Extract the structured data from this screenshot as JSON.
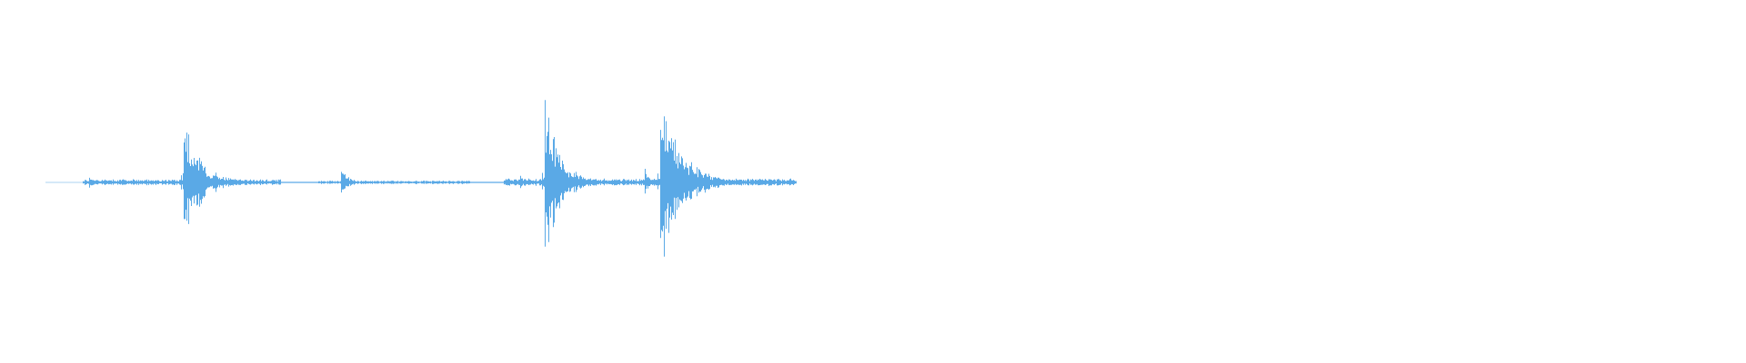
{
  "waveform": {
    "color": "#5aa9e6",
    "duration_fraction_filled": 0.45,
    "events": [
      {
        "name": "transient-1",
        "time": 0.167,
        "peak": 0.64,
        "decay": 0.06
      },
      {
        "name": "transient-2",
        "time": 0.358,
        "peak": 0.12,
        "decay": 0.03
      },
      {
        "name": "transient-3",
        "time": 0.605,
        "peak": 0.9,
        "decay": 0.05
      },
      {
        "name": "transient-4",
        "time": 0.745,
        "peak": 1.0,
        "decay": 0.07
      }
    ],
    "noise_segments": [
      {
        "start": 0.045,
        "end": 0.285,
        "level": 0.02
      },
      {
        "start": 0.33,
        "end": 0.515,
        "level": 0.012
      },
      {
        "start": 0.555,
        "end": 0.91,
        "level": 0.025
      }
    ],
    "minor_events": [
      {
        "time": 0.052,
        "peak": 0.07
      },
      {
        "time": 0.575,
        "peak": 0.09
      },
      {
        "time": 0.64,
        "peak": 0.2
      },
      {
        "time": 0.726,
        "peak": 0.2
      },
      {
        "time": 0.867,
        "peak": 0.07
      }
    ]
  }
}
